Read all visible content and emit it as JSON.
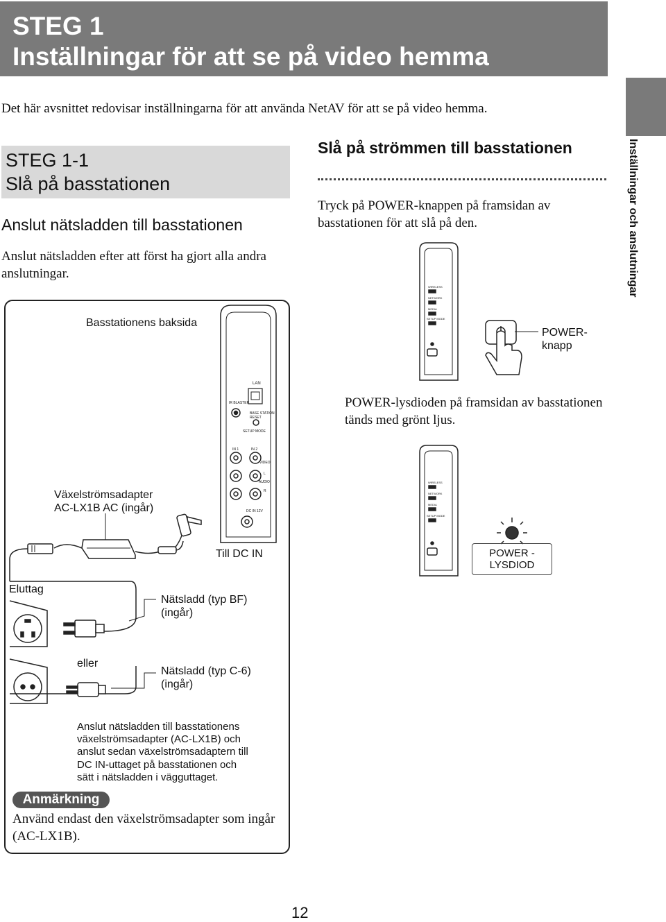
{
  "header": {
    "line1": "STEG 1",
    "line2": "Inställningar för att se på video hemma"
  },
  "intro": "Det här avsnittet redovisar inställningarna för att använda NetAV för att se på video hemma.",
  "side_tab": "Inställningar och anslutningar",
  "step11": {
    "line1": "STEG 1-1",
    "line2": "Slå på basstationen"
  },
  "left": {
    "heading": "Anslut nätsladden till basstationen",
    "text": "Anslut nätsladden efter att först ha gjort alla andra anslutningar."
  },
  "right": {
    "heading": "Slå på strömmen till basstationen",
    "text": "Tryck på POWER-knappen på framsidan av basstationen för att slå på den.",
    "power_button_label_1": "POWER-",
    "power_button_label_2": "knapp",
    "led_text": "POWER-lysdioden på framsidan av basstationen tänds med grönt ljus.",
    "led_label_1": "POWER -",
    "led_label_2": "LYSDIOD",
    "front_labels": [
      "WIRELESS",
      "NETWORK",
      "MEDIA",
      "SETUP MODE"
    ]
  },
  "diagram": {
    "rear_caption": "Basstationens baksida",
    "adapter_1": "Växelströmsadapter",
    "adapter_2": "AC-LX1B AC (ingår)",
    "dc_in": "Till DC IN",
    "outlet": "Eluttag",
    "cord_bf_1": "Nätsladd (typ BF)",
    "cord_bf_2": "(ingår)",
    "or": "eller",
    "cord_c6_1": "Nätsladd (typ C-6)",
    "cord_c6_2": "(ingår)",
    "instruction_lines": [
      "Anslut nätsladden till basstationens",
      "växelströmsadapter (AC-LX1B) och",
      "anslut sedan växelströmsadaptern till",
      "DC IN-uttaget på basstationen och",
      "sätt i nätsladden i vägguttaget."
    ],
    "rear_panel": {
      "lan": "LAN",
      "ir_blaster": "IR BLASTER",
      "base_station_reset_1": "BASE STATION",
      "base_station_reset_2": "RESET",
      "setup_mode": "SETUP MODE",
      "in1": "IN 1",
      "in2": "IN 2",
      "video": "VIDEO",
      "audio": "AUDIO",
      "l": "L",
      "r": "R",
      "dc_in_12v": "DC IN 12V"
    }
  },
  "note": {
    "badge": "Anmärkning",
    "text": "Använd endast den växelströmsadapter som ingår (AC-LX1B)."
  },
  "page_number": "12"
}
